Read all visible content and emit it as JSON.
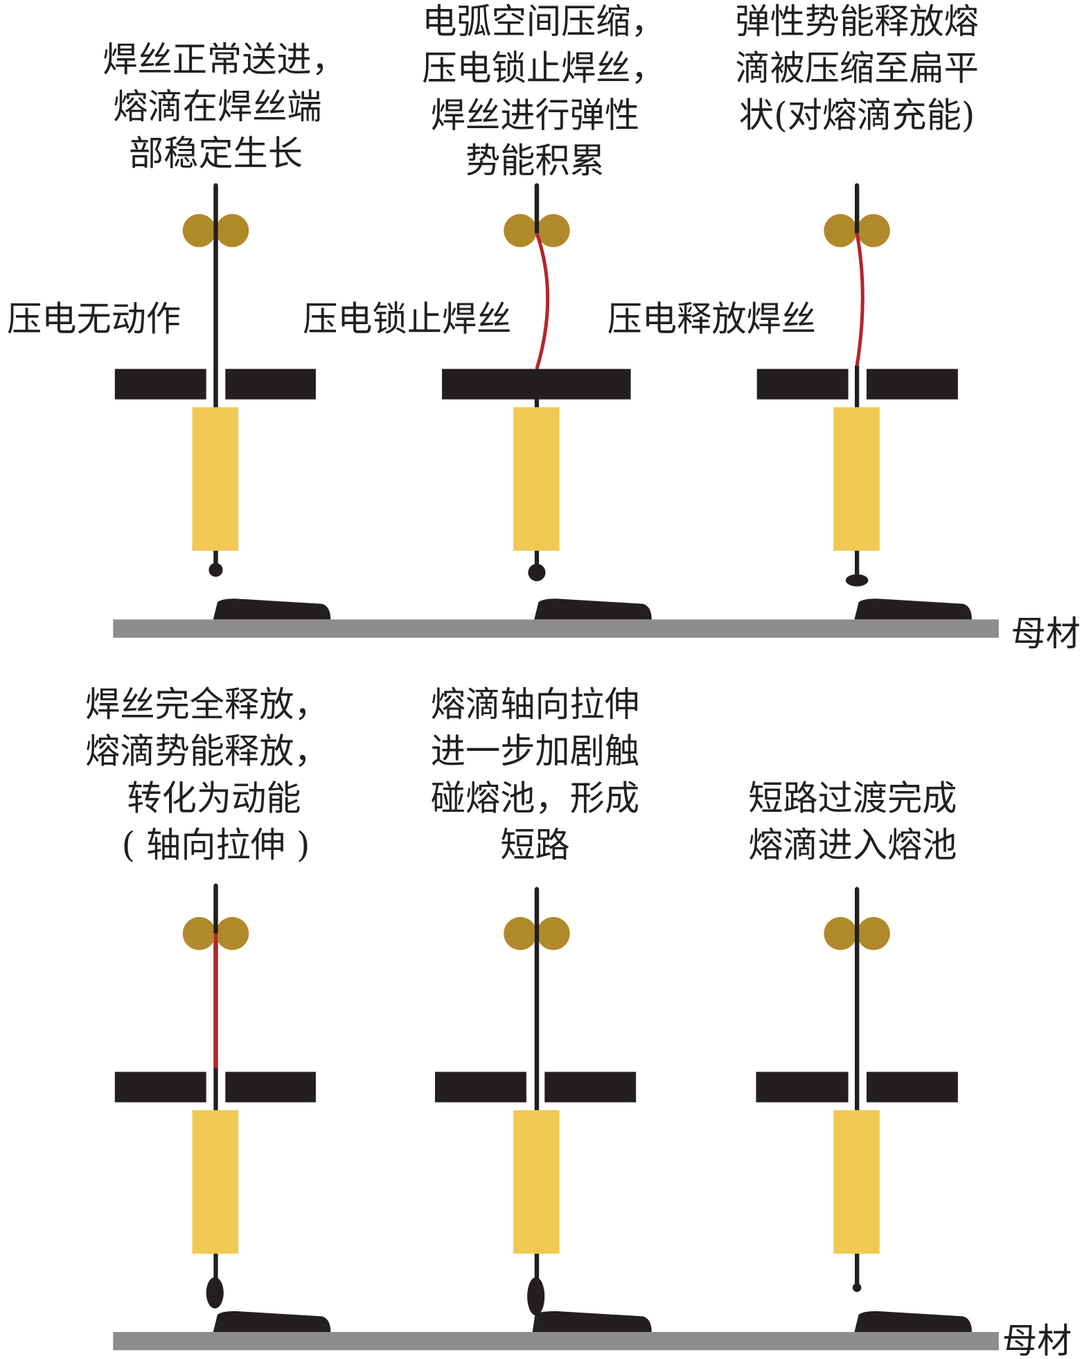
{
  "colors": {
    "wire": "#231f20",
    "wire_stressed": "#b5242a",
    "roller": "#b08a2a",
    "nozzle": "#f0c955",
    "base": "#8e8c8c",
    "bar": "#231f20"
  },
  "base_label": "母材",
  "top_row": [
    {
      "caption": [
        "焊丝正常送进，",
        "熔滴在焊丝端",
        "部稳定生长"
      ],
      "side_label": "压电无动作"
    },
    {
      "caption": [
        "电弧空间压缩，",
        "压电锁止焊丝，",
        "焊丝进行弹性",
        "势能积累"
      ],
      "side_label": "压电锁止焊丝"
    },
    {
      "caption": [
        "弹性势能释放熔",
        "滴被压缩至扁平",
        "状(对熔滴充能)"
      ],
      "side_label": "压电释放焊丝"
    }
  ],
  "bottom_row": [
    {
      "caption": [
        "焊丝完全释放，",
        "熔滴势能释放，",
        "转化为动能",
        "( 轴向拉伸 )"
      ]
    },
    {
      "caption": [
        "熔滴轴向拉伸",
        "进一步加剧触",
        "碰熔池，形成",
        "短路"
      ]
    },
    {
      "caption": [
        "短路过渡完成",
        "熔滴进入熔池"
      ]
    }
  ]
}
